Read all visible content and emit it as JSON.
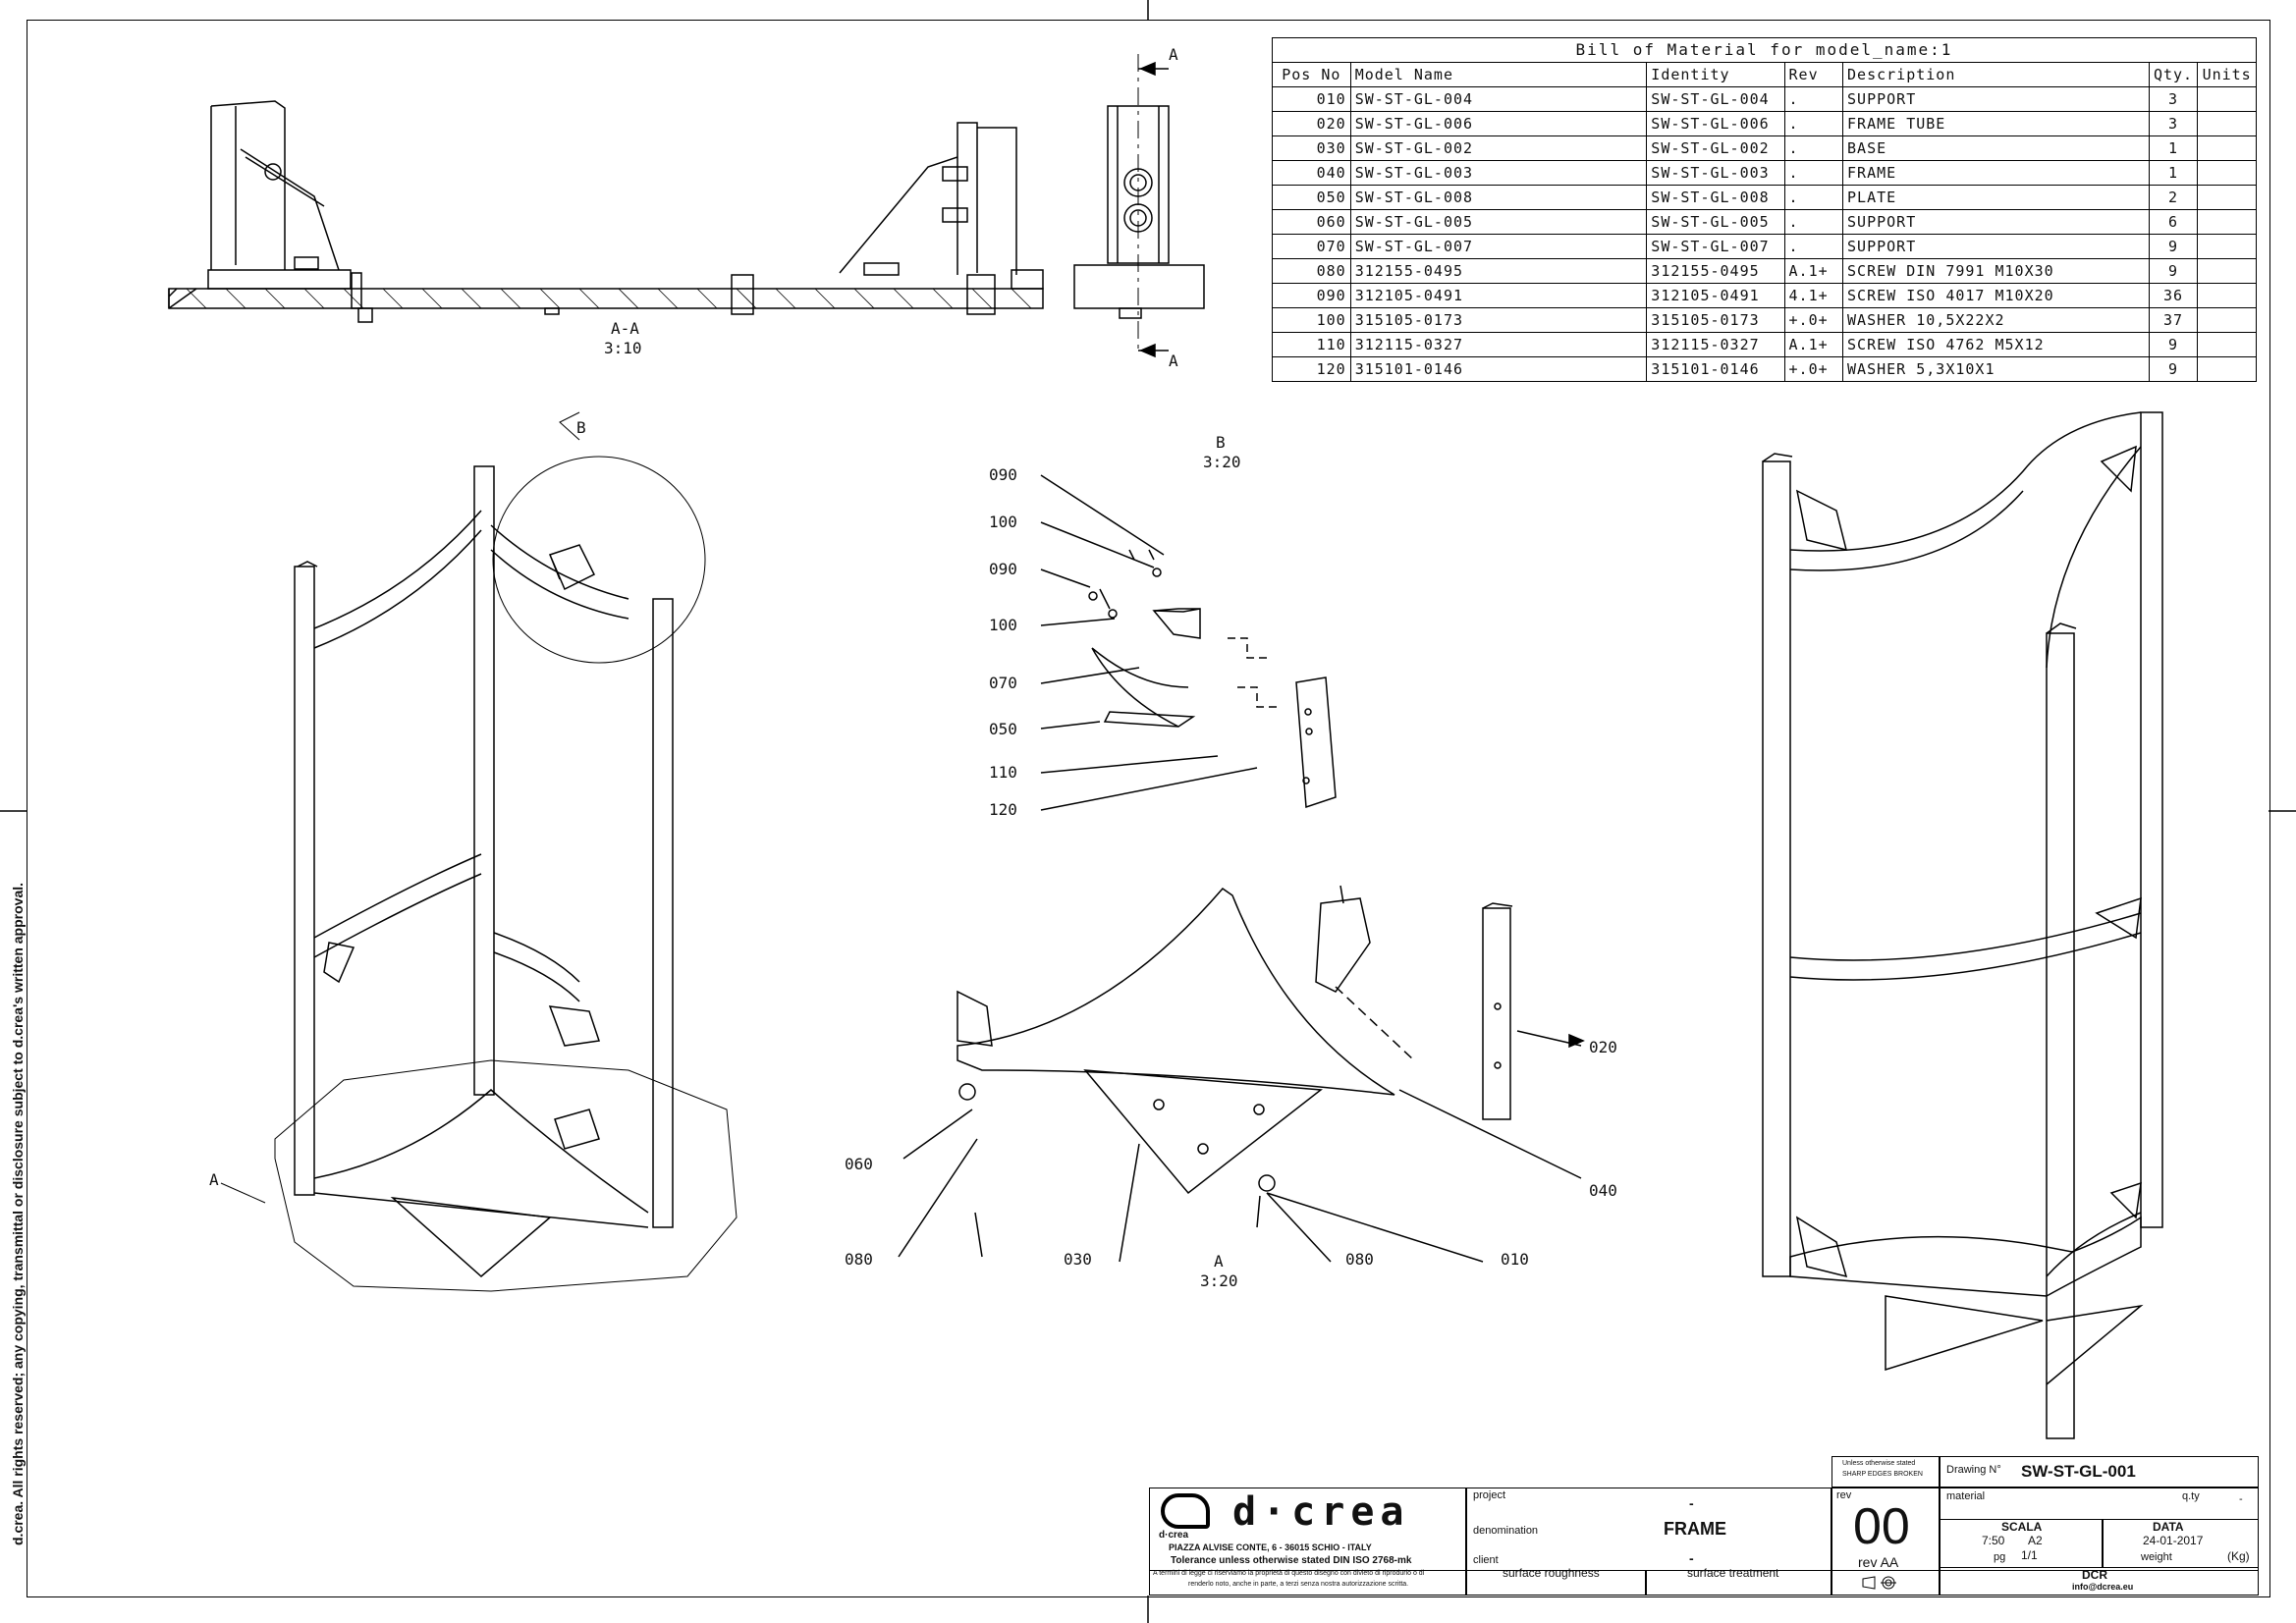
{
  "bom": {
    "title": "Bill of Material for model_name:1",
    "headers": [
      "Pos No",
      "Model Name",
      "Identity",
      "Rev",
      "Description",
      "Qty.",
      "Units"
    ],
    "rows": [
      [
        "010",
        "SW-ST-GL-004",
        "SW-ST-GL-004",
        ".",
        "SUPPORT",
        "3",
        ""
      ],
      [
        "020",
        "SW-ST-GL-006",
        "SW-ST-GL-006",
        ".",
        "FRAME TUBE",
        "3",
        ""
      ],
      [
        "030",
        "SW-ST-GL-002",
        "SW-ST-GL-002",
        ".",
        "BASE",
        "1",
        ""
      ],
      [
        "040",
        "SW-ST-GL-003",
        "SW-ST-GL-003",
        ".",
        "FRAME",
        "1",
        ""
      ],
      [
        "050",
        "SW-ST-GL-008",
        "SW-ST-GL-008",
        ".",
        "PLATE",
        "2",
        ""
      ],
      [
        "060",
        "SW-ST-GL-005",
        "SW-ST-GL-005",
        ".",
        "SUPPORT",
        "6",
        ""
      ],
      [
        "070",
        "SW-ST-GL-007",
        "SW-ST-GL-007",
        ".",
        "SUPPORT",
        "9",
        ""
      ],
      [
        "080",
        "312155-0495",
        "312155-0495",
        "A.1+",
        "SCREW DIN 7991 M10X30",
        "9",
        ""
      ],
      [
        "090",
        "312105-0491",
        "312105-0491",
        "4.1+",
        "SCREW ISO 4017 M10X20",
        "36",
        ""
      ],
      [
        "100",
        "315105-0173",
        "315105-0173",
        "+.0+",
        "WASHER 10,5X22X2",
        "37",
        ""
      ],
      [
        "110",
        "312115-0327",
        "312115-0327",
        "A.1+",
        "SCREW ISO 4762 M5X12",
        "9",
        ""
      ],
      [
        "120",
        "315101-0146",
        "315101-0146",
        "+.0+",
        "WASHER 5,3X10X1",
        "9",
        ""
      ]
    ]
  },
  "views": {
    "section_label": "A-A",
    "section_scale": "3:10",
    "section_arrow": "A",
    "detail_b_label": "B",
    "detail_b_scale": "3:20",
    "detail_a_label": "A",
    "detail_a_scale": "3:20",
    "iso_b_ref": "B",
    "iso_a_ref": "A"
  },
  "balloons_b": [
    "090",
    "100",
    "090",
    "100",
    "070",
    "050",
    "110",
    "120"
  ],
  "balloons_a": [
    "020",
    "040",
    "010",
    "080",
    "030",
    "080",
    "060"
  ],
  "copyright": "d.crea. All rights reserved; any copying, transmittal or disclosure subject to d.crea's written approval.",
  "title_block": {
    "logo_text": "d·crea",
    "logo_sub": "d·crea",
    "address": "PIAZZA ALVISE CONTE, 6 - 36015 SCHIO - ITALY",
    "tolerance": "Tolerance unless otherwise stated DIN ISO 2768-mk",
    "legal_note_1": "A termini di legge ci riserviamo la proprietà di questo disegno con divieto di riprodurlo o di",
    "legal_note_2": "renderlo noto, anche in parte, a terzi senza nostra autorizzazione scritta.",
    "project_label": "project",
    "project_value": "-",
    "denomination_label": "denomination",
    "denomination_value": "FRAME",
    "client_label": "client",
    "client_value": "-",
    "surface_roughness": "surface roughness",
    "surface_treatment": "surface treatment",
    "sharp_edges_1": "Unless otherwise stated",
    "sharp_edges_2": "SHARP EDGES BROKEN",
    "rev_label": "rev",
    "rev_value": "00",
    "rev_aa": "rev AA",
    "drawing_no_label": "Drawing N°",
    "drawing_no": "SW-ST-GL-001",
    "material_label": "material",
    "qty_label": "q.ty",
    "qty_value": "-",
    "scala_label": "SCALA",
    "scala_value": "7:50",
    "format_value": "A2",
    "data_label": "DATA",
    "data_value": "24-01-2017",
    "pg_label": "pg",
    "pg_value": "1/1",
    "weight_label": "weight",
    "weight_unit": "(Kg)",
    "company": "DCR",
    "email": "info@dcrea.eu"
  }
}
